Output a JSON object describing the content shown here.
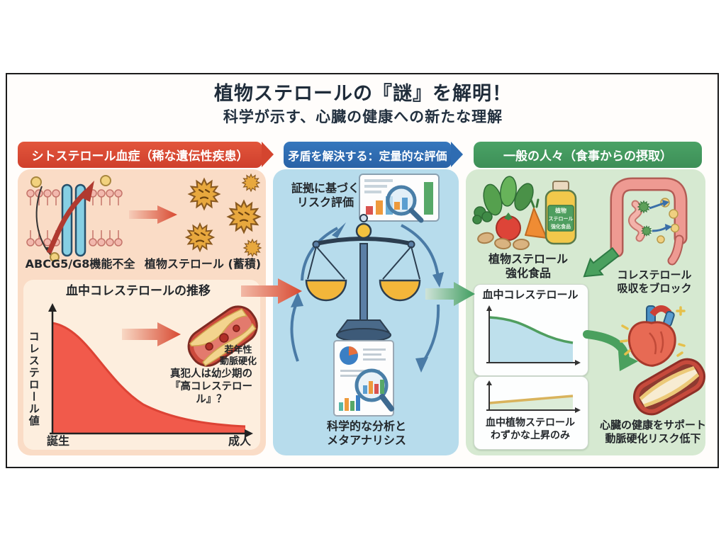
{
  "title": "植物ステロールの『謎』を解明！",
  "subtitle": "科学が示す、心臓の健康への新たな理解",
  "colors": {
    "header_red": "#d4452f",
    "header_blue": "#2e6cb2",
    "header_green": "#43995e",
    "panel_left_bg": "#fadcc6",
    "panel_mid_bg": "#b7dcec",
    "panel_right_bg": "#d6e9d1",
    "decline_fill": "#f15a4b",
    "chol_line": "#4f9e5f",
    "sterol_line": "#d9b35c"
  },
  "panels": {
    "left": {
      "header": "シトステロール血症（稀な遺伝性疾患）",
      "membrane_label": "ABCG5/G8機能不全",
      "particles_label": "植物ステロール (蓄積)",
      "chart_title": "血中コレステロールの推移",
      "y_axis_label": "コレステロール値",
      "x_label_left": "誕生",
      "x_label_right": "成人",
      "artery_note": "若年性\n動脈硬化",
      "question": "真犯人は幼少期の\n『高コレステロール』？"
    },
    "middle": {
      "header": "矛盾を解決する：定量的な評価",
      "evidence_label": "証拠に基づく\nリスク評価",
      "analysis_label": "科学的な分析と\nメタアナリシス"
    },
    "right": {
      "header": "一般の人々（食事からの摂取）",
      "foods_label": "植物ステロール\n強化食品",
      "bottle_lines": [
        "植物",
        "ステロール",
        "強化食品"
      ],
      "block_label": "コレステロール\n吸収をブロック",
      "chart1_title": "血中コレステロール",
      "chart2_label": "血中植物ステロール\nわずかな上昇のみ",
      "heart_label": "心臓の健康をサポート\n動脈硬化リスク低下"
    }
  },
  "chart_data": [
    {
      "type": "area",
      "panel": "left",
      "title": "血中コレステロールの推移",
      "xlabel_ticks": [
        "誕生",
        "成人"
      ],
      "ylabel": "コレステロール値",
      "x_norm": [
        0,
        0.15,
        0.35,
        0.55,
        0.75,
        1.0
      ],
      "values_norm": [
        0.95,
        0.85,
        0.5,
        0.28,
        0.17,
        0.1
      ],
      "line_color": "#dd4335",
      "fill_color": "#f15a4b",
      "grid": false,
      "legend": false
    },
    {
      "type": "area",
      "panel": "right",
      "title": "血中コレステロール",
      "x_norm": [
        0,
        0.3,
        0.6,
        1.0
      ],
      "values_norm": [
        0.82,
        0.76,
        0.6,
        0.53
      ],
      "line_color": "#4f9e5f",
      "fill_color": "#bee0ec",
      "grid": false,
      "legend": false
    },
    {
      "type": "area",
      "panel": "right",
      "title": "血中植物ステロール わずかな上昇のみ",
      "x_norm": [
        0,
        1.0
      ],
      "values_norm": [
        0.32,
        0.48
      ],
      "line_color": "#d9b35c",
      "fill_color": "#dcecd8",
      "grid": false,
      "legend": false
    }
  ]
}
